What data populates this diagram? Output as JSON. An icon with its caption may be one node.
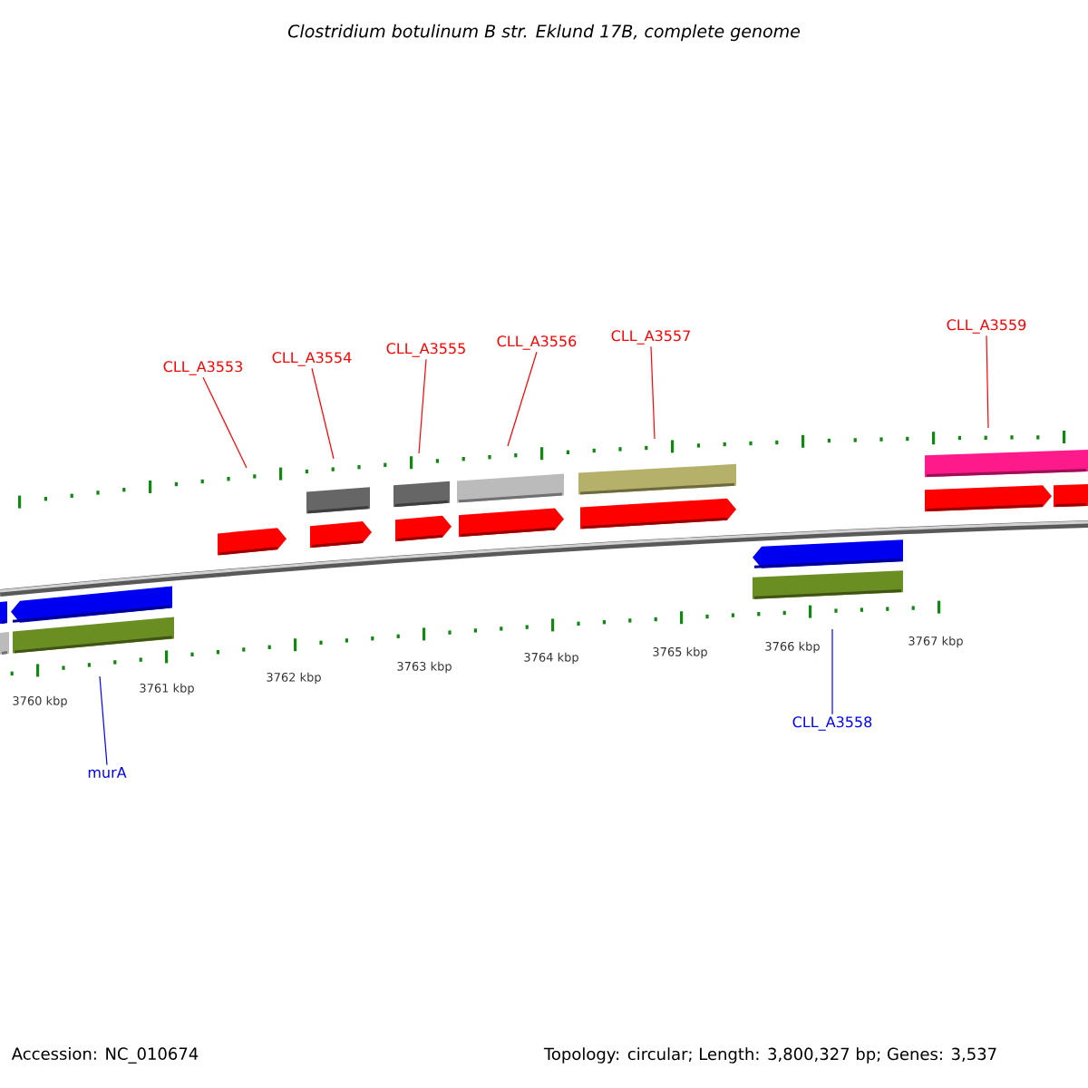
{
  "diagram": {
    "title": "Clostridium botulinum B str. Eklund 17B, complete genome",
    "nodes": [
      {
        "text": [
          "CLL_A3553"
        ]
      },
      {
        "text": [
          "CLL_A3554"
        ]
      },
      {
        "text": [
          "CLL_A3555"
        ]
      },
      {
        "text": [
          "CLL_A3556"
        ]
      },
      {
        "text": [
          "CLL_A3557"
        ]
      },
      {
        "text": [
          "CLL_A3559"
        ]
      },
      {
        "text": [
          "murA"
        ]
      },
      {
        "text": [
          "CLL_A3558"
        ]
      }
    ],
    "edges": [
      {
        "from": 0,
        "to": null,
        "arrow": "none"
      },
      {
        "from": 1,
        "to": null,
        "arrow": "none"
      },
      {
        "from": 2,
        "to": null,
        "arrow": "none"
      },
      {
        "from": 3,
        "to": null,
        "arrow": "none"
      },
      {
        "from": 4,
        "to": null,
        "arrow": "none"
      },
      {
        "from": 5,
        "to": null,
        "arrow": "none"
      },
      {
        "from": 6,
        "to": null,
        "arrow": "none",
        "color": "#0000ff"
      },
      {
        "from": 7,
        "to": null,
        "arrow": "none",
        "color": "#0000ff"
      }
    ],
    "labels": [
      "3760 kbp",
      "3761 kbp",
      "3762 kbp",
      "3763 kbp",
      "3764 kbp",
      "3765 kbp",
      "3766 kbp",
      "3767 kbp",
      "Accession: NC_010674",
      "Topology: circular; Length: 3,800,327 bp; Genes: 3,537"
    ]
  }
}
